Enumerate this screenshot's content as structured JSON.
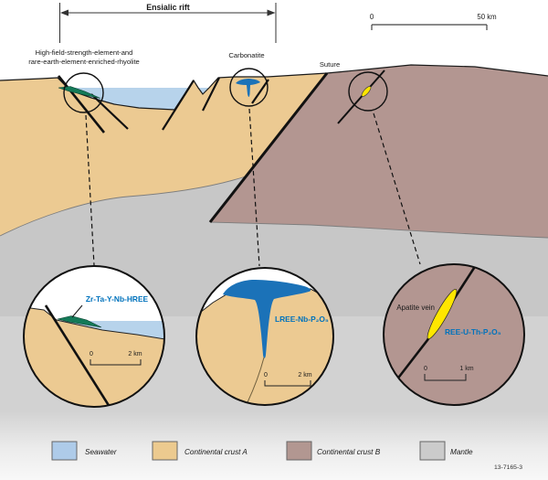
{
  "figure": {
    "number": "13-7165-3"
  },
  "top": {
    "rift_label": "Ensialic rift",
    "scale": {
      "zero": "0",
      "max": "50 km"
    }
  },
  "section_labels": {
    "hfse_line1": "High-field-strength-element-and",
    "hfse_line2": "rare-earth-element-enriched-rhyolite",
    "carbonatite": "Carbonatite",
    "suture": "Suture"
  },
  "insets": {
    "rhyolite": {
      "mineral": "Zr-Ta-Y-Nb-HREE",
      "scale_zero": "0",
      "scale_max": "2 km"
    },
    "carbonatite": {
      "mineral": "LREE-Nb-P₂O₅",
      "scale_zero": "0",
      "scale_max": "2 km"
    },
    "vein": {
      "name": "Apatite vein",
      "mineral": "REE-U-Th-P₂O₅",
      "scale_zero": "0",
      "scale_max": "1 km"
    }
  },
  "legend": {
    "items": [
      {
        "label": "Seawater",
        "color": "#aecbe9"
      },
      {
        "label": "Continental crust A",
        "color": "#ecca8f"
      },
      {
        "label": "Continental crust B",
        "color": "#b29791"
      },
      {
        "label": "Mantle",
        "color": "#cbcbcb"
      }
    ]
  },
  "colors": {
    "seawater": "#b7d3eb",
    "crust_a": "#ecca92",
    "crust_b": "#b39691",
    "mantle_upper": "#c7c7c7",
    "mantle_lower": "#d2d2d2",
    "intrusion_blue": "#1b72b8",
    "rhyolite_green": "#147a58",
    "vein_yellow": "#ffe600",
    "mineral_label": "#0072bc"
  }
}
